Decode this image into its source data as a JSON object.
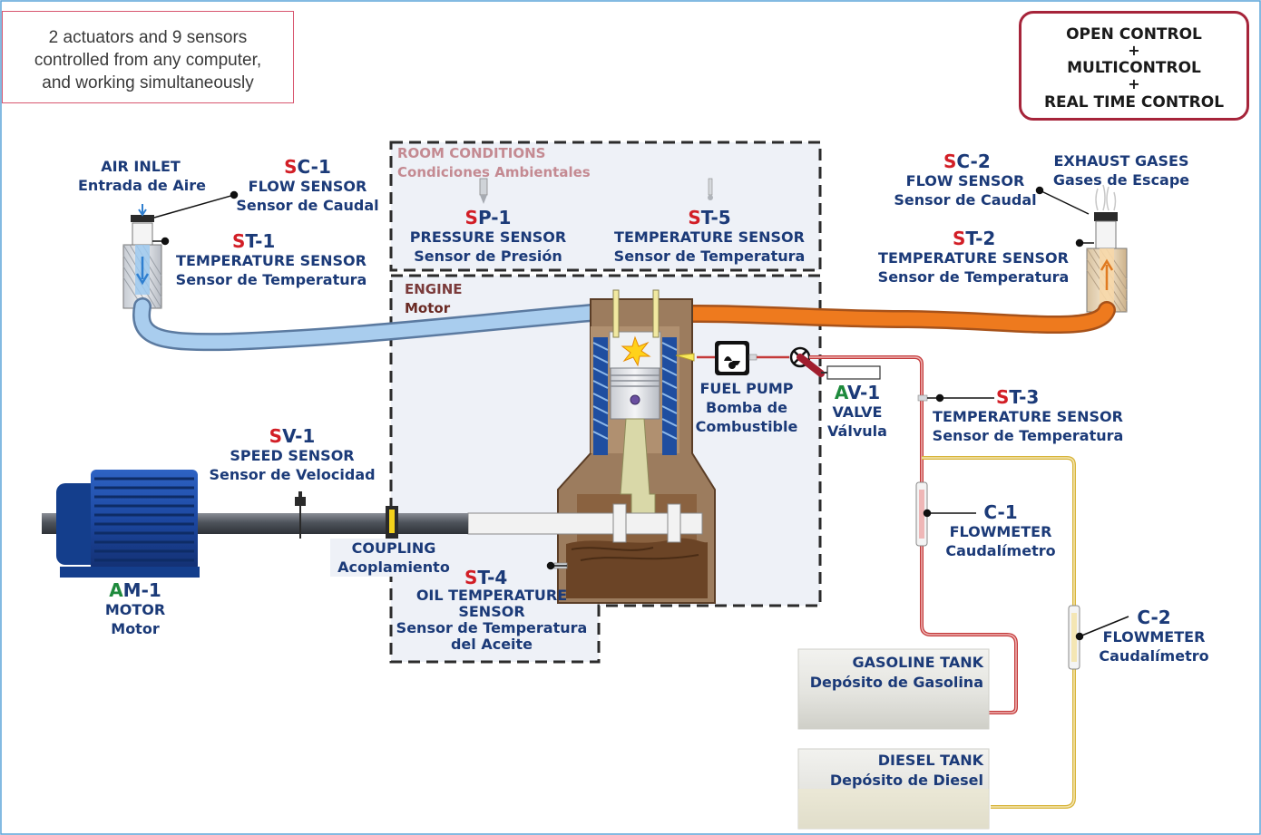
{
  "info_box": {
    "line1": "2 actuators and 9 sensors",
    "line2": "controlled from any computer,",
    "line3": "and working simultaneously"
  },
  "control_box": {
    "line1": "OPEN CONTROL",
    "line2": "MULTICONTROL",
    "line3": "REAL TIME CONTROL",
    "plus": "+"
  },
  "air_inlet": {
    "en": "AIR INLET",
    "es": "Entrada de Aire"
  },
  "exhaust": {
    "en": "EXHAUST GASES",
    "es": "Gases de Escape"
  },
  "room": {
    "en": "ROOM CONDITIONS",
    "es": "Condiciones Ambientales"
  },
  "engine": {
    "en": "ENGINE",
    "es": "Motor"
  },
  "sensors": {
    "sc1": {
      "prefix": "S",
      "rest": "C-1",
      "en": "FLOW SENSOR",
      "es": "Sensor de Caudal"
    },
    "st1": {
      "prefix": "S",
      "rest": "T-1",
      "en": "TEMPERATURE SENSOR",
      "es": "Sensor de Temperatura"
    },
    "sp1": {
      "prefix": "S",
      "rest": "P-1",
      "en": "PRESSURE SENSOR",
      "es": "Sensor de Presión"
    },
    "st5": {
      "prefix": "S",
      "rest": "T-5",
      "en": "TEMPERATURE SENSOR",
      "es": "Sensor de Temperatura"
    },
    "sc2": {
      "prefix": "S",
      "rest": "C-2",
      "en": "FLOW SENSOR",
      "es": "Sensor de Caudal"
    },
    "st2": {
      "prefix": "S",
      "rest": "T-2",
      "en": "TEMPERATURE SENSOR",
      "es": "Sensor de Temperatura"
    },
    "st3": {
      "prefix": "S",
      "rest": "T-3",
      "en": "TEMPERATURE SENSOR",
      "es": "Sensor de Temperatura"
    },
    "sv1": {
      "prefix": "S",
      "rest": "V-1",
      "en": "SPEED SENSOR",
      "es": "Sensor de Velocidad"
    },
    "st4": {
      "prefix": "S",
      "rest": "T-4",
      "en1": "OIL TEMPERATURE",
      "en2": "SENSOR",
      "es1": "Sensor de Temperatura",
      "es2": "del Aceite"
    }
  },
  "actuators": {
    "am1": {
      "prefix": "A",
      "rest": "M-1",
      "en": "MOTOR",
      "es": "Motor"
    },
    "av1": {
      "prefix": "A",
      "rest": "V-1",
      "en": "VALVE",
      "es": "Válvula"
    }
  },
  "fuel_pump": {
    "en": "FUEL PUMP",
    "es1": "Bomba de",
    "es2": "Combustible"
  },
  "coupling": {
    "en": "COUPLING",
    "es": "Acoplamiento"
  },
  "flowmeters": {
    "c1": {
      "code": "C-1",
      "en": "FLOWMETER",
      "es": "Caudalímetro"
    },
    "c2": {
      "code": "C-2",
      "en": "FLOWMETER",
      "es": "Caudalímetro"
    }
  },
  "tanks": {
    "gasoline": {
      "en": "GASOLINE TANK",
      "es": "Depósito de Gasolina"
    },
    "diesel": {
      "en": "DIESEL TANK",
      "es": "Depósito de Diesel"
    }
  },
  "colors": {
    "text_blue": "#1b3a78",
    "sensor_red": "#d21e26",
    "actuator_green": "#1e8a3c",
    "intake_pipe": "#a9cdee",
    "exhaust_pipe": "#ee7a1e",
    "fuel_red": "#c43a3a",
    "fuel_yellow": "#d8b43a",
    "engine_brown": "#7a5030"
  }
}
